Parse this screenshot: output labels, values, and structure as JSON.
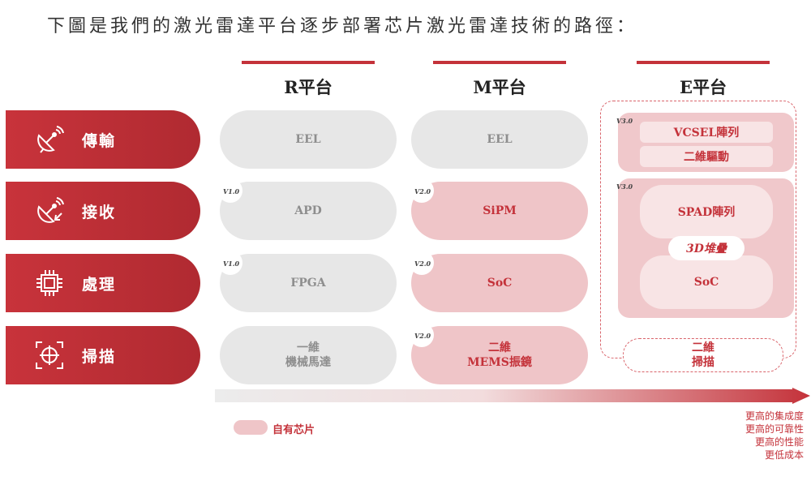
{
  "title": "下圖是我們的激光雷達平台逐步部署芯片激光雷達技術的路徑：",
  "platforms": [
    {
      "name": "R平台"
    },
    {
      "name": "M平台"
    },
    {
      "name": "E平台"
    }
  ],
  "rows": [
    {
      "label": "傳輸",
      "icon": "satellite-dish-transmit-icon"
    },
    {
      "label": "接收",
      "icon": "satellite-dish-receive-icon"
    },
    {
      "label": "處理",
      "icon": "chip-icon"
    },
    {
      "label": "掃描",
      "icon": "crosshair-scan-icon"
    }
  ],
  "r_platform": {
    "transmit": "EEL",
    "receive": {
      "version": "V1.0",
      "text": "APD"
    },
    "process": {
      "version": "V1.0",
      "text": "FPGA"
    },
    "scan": {
      "line1": "一維",
      "line2": "機械馬達"
    }
  },
  "m_platform": {
    "transmit": "EEL",
    "receive": {
      "version": "V2.0",
      "text": "SiPM"
    },
    "process": {
      "version": "V2.0",
      "text": "SoC"
    },
    "scan": {
      "version": "V2.0",
      "line1": "二維",
      "line2": "MEMS振鏡"
    }
  },
  "e_platform": {
    "transmit": {
      "version": "V3.0",
      "item1": "VCSEL陣列",
      "item2": "二維驅動"
    },
    "receive_process": {
      "version": "V3.0",
      "top": "SPAD陣列",
      "middle": "3D堆疊",
      "bottom": "SoC"
    },
    "scan": {
      "line1": "二維",
      "line2": "掃描"
    }
  },
  "legend": {
    "label": "自有芯片"
  },
  "benefits": [
    "更高的集成度",
    "更高的可靠性",
    "更高的性能",
    "更低成本"
  ],
  "colors": {
    "brand_red": "#c4323a",
    "pill_grey": "#e7e7e7",
    "pill_pink": "#efc5c8"
  }
}
